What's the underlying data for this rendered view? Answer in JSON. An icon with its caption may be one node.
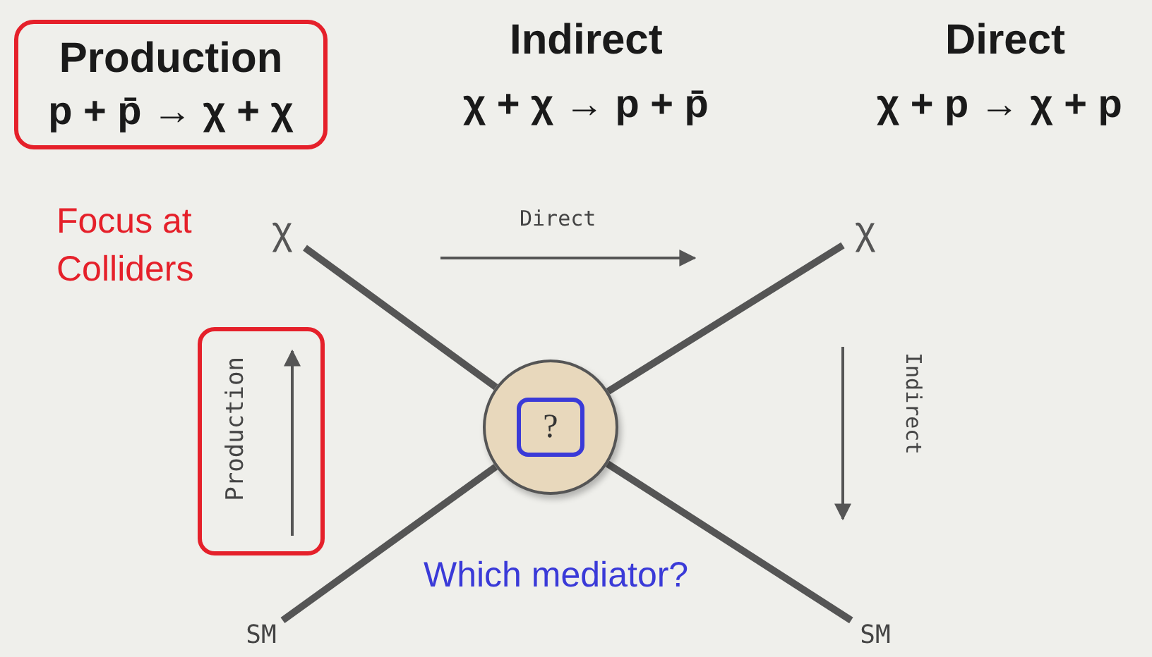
{
  "diagram": {
    "nodes": [
      {
        "text": [
          "Production",
          "p + p̄ → χ + χ"
        ]
      },
      {
        "text": [
          "χ"
        ]
      },
      {
        "text": [
          "χ"
        ]
      },
      {
        "text": [
          "Production"
        ]
      },
      {
        "text": [],
        "shape": "circle"
      },
      {
        "text": [
          "?"
        ],
        "in": 4
      },
      {
        "text": [
          "SM"
        ]
      },
      {
        "text": [
          "SM"
        ]
      }
    ],
    "edges": [
      {
        "from": 1,
        "to": 4,
        "arrow": "none"
      },
      {
        "from": 2,
        "to": 4,
        "arrow": "none"
      },
      {
        "from": 6,
        "to": 4,
        "arrow": "none"
      },
      {
        "from": 7,
        "to": 4,
        "arrow": "none"
      }
    ],
    "labels": [
      "Indirect",
      "χ + χ → p + p̄",
      "Direct",
      "χ + p → χ + p",
      "Focus at Colliders",
      "Direct",
      "Indirect",
      "Which mediator?"
    ]
  }
}
